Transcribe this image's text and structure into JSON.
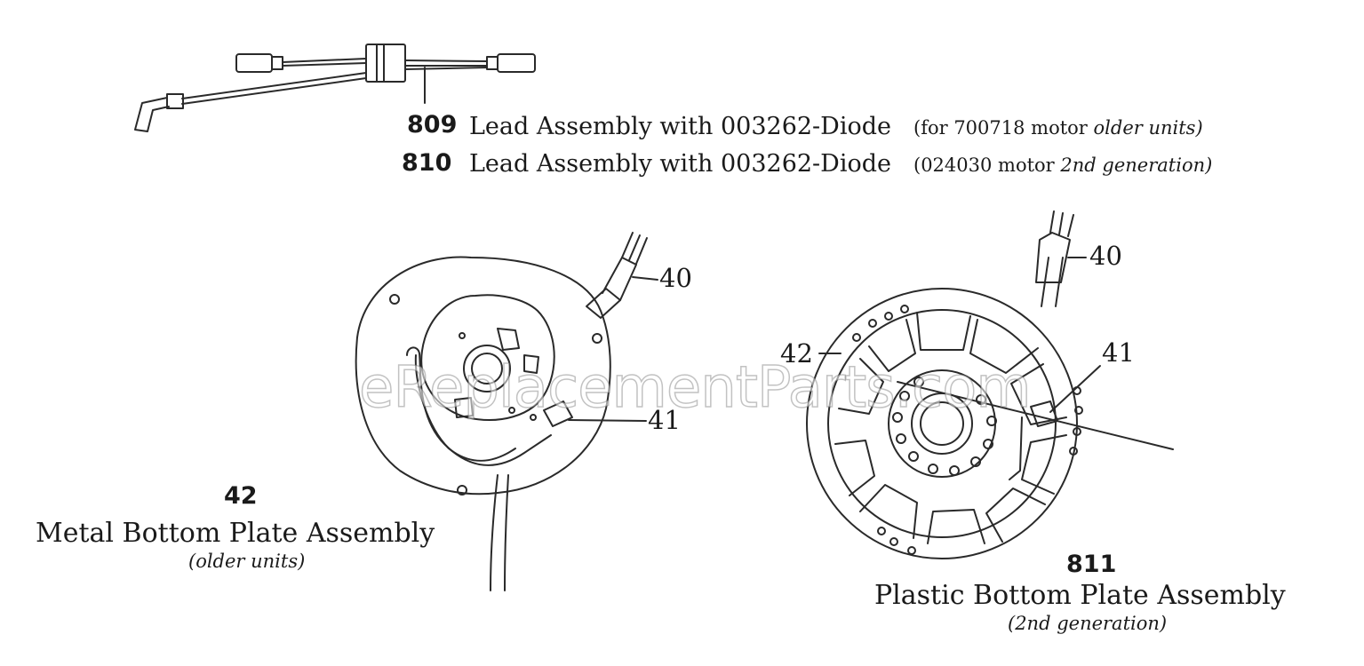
{
  "parts": [
    {
      "number": "809",
      "description": "Lead Assembly with 003262-Diode",
      "note_prefix": "(for 700718 motor",
      "note_italic": "older units)"
    },
    {
      "number": "810",
      "description": "Lead Assembly with 003262-Diode",
      "note_prefix": "(024030 motor",
      "note_italic": "2nd generation)"
    }
  ],
  "metal_plate": {
    "number": "42",
    "title": "Metal Bottom Plate Assembly",
    "subtitle": "(older units)",
    "callouts": {
      "cord": "40",
      "clip": "41"
    }
  },
  "plastic_plate": {
    "number": "811",
    "title": "Plastic Bottom Plate Assembly",
    "subtitle": "(2nd generation)",
    "callouts": {
      "cord": "40",
      "plate": "42",
      "clip": "41"
    }
  },
  "watermark": "eReplacementParts.com",
  "colors": {
    "line": "#2a2a2a",
    "text": "#1a1a1a"
  }
}
